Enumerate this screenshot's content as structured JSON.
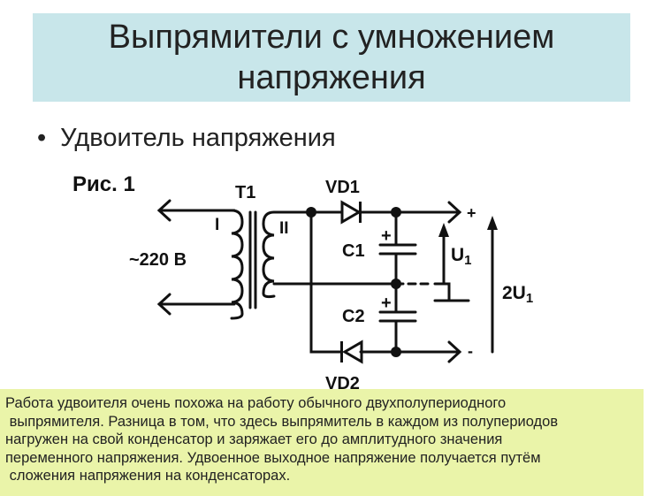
{
  "title": "Выпрямители с умножением напряжения",
  "bullet": {
    "marker": "•",
    "text": "Удвоитель напряжения"
  },
  "diagram": {
    "figure_label": "Рис. 1",
    "transformer": "T1",
    "primary": "I",
    "secondary": "II",
    "input_voltage": "~220 В",
    "diode1": "VD1",
    "diode2": "VD2",
    "cap1": "C1",
    "cap2": "C2",
    "cap_plus": "+",
    "out_plus": "+",
    "out_minus": "-",
    "u1": "U",
    "u1_sub": "1",
    "u2": "2U",
    "u2_sub": "1"
  },
  "note_lines": [
    "Работа удвоителя очень похожа на работу обычного двухполупериодного",
    " выпрямителя. Разница в том, что здесь выпрямитель в каждом из полупериодов",
    "нагружен на свой конденсатор и заряжает его до амплитудного значения",
    "переменного напряжения. Удвоенное выходное напряжение получается путём",
    " сложения напряжения на конденсаторах."
  ]
}
